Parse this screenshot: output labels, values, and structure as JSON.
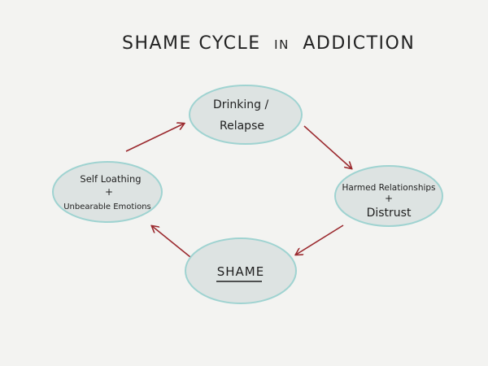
{
  "title": {
    "part1": "SHAME CYCLE",
    "part2": "IN",
    "part3": "ADDICTION"
  },
  "nodes": {
    "drinking": {
      "line1": "Drinking /",
      "line2": "Relapse"
    },
    "harmed": {
      "line1": "Harmed Relationships",
      "plus": "+",
      "line2": "Distrust"
    },
    "shame": {
      "label": "SHAME"
    },
    "self_loathing": {
      "line1": "Self Loathing",
      "plus": "+",
      "line2": "Unbearable Emotions"
    }
  },
  "colors": {
    "background": "#f3f3f1",
    "node_fill": "#dde3e2",
    "node_stroke": "#9fd3d1",
    "arrow": "#9b2a2f",
    "text": "#1f1f1f"
  }
}
